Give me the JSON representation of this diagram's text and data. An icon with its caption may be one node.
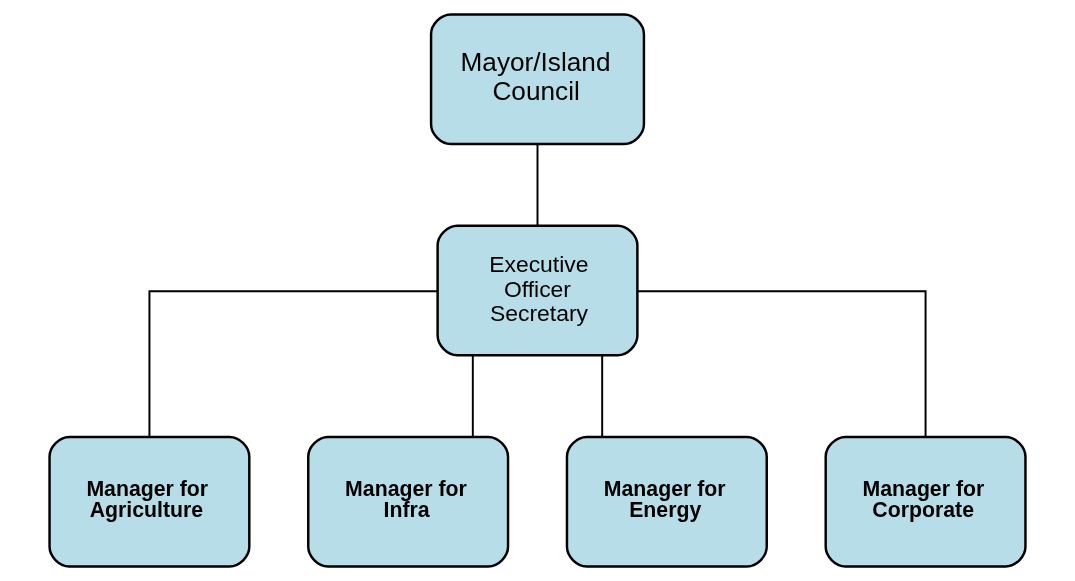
{
  "diagram": {
    "nodes": [
      {
        "text": [
          "Mayor/Island Council"
        ]
      },
      {
        "text": [
          "Executive Officer Secretary"
        ]
      },
      {
        "text": [
          "Manager for Agriculture"
        ]
      },
      {
        "text": [
          "Manager for Infra"
        ]
      },
      {
        "text": [
          "Manager for Energy"
        ]
      },
      {
        "text": [
          "Manager for Corporate"
        ]
      }
    ],
    "edges": [
      {
        "from": 0,
        "to": 1,
        "arrow": "none"
      },
      {
        "from": 1,
        "to": 2,
        "arrow": "none"
      },
      {
        "from": 1,
        "to": 3,
        "arrow": "none"
      },
      {
        "from": 1,
        "to": 4,
        "arrow": "none"
      },
      {
        "from": 1,
        "to": 5,
        "arrow": "none"
      }
    ]
  }
}
